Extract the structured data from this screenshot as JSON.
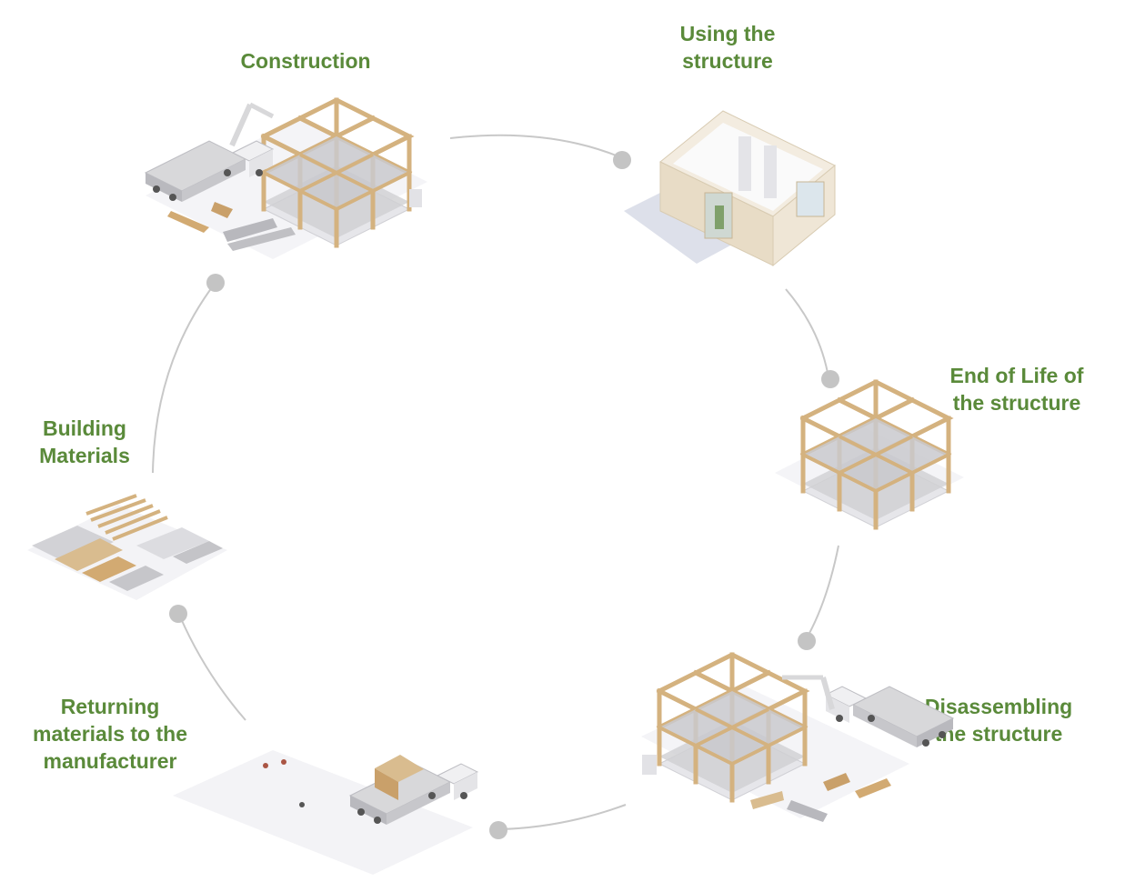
{
  "stages": {
    "construction": {
      "lines": [
        "Construction"
      ]
    },
    "using": {
      "lines": [
        "Using the",
        "structure"
      ]
    },
    "end_of_life": {
      "lines": [
        "End of Life of",
        "the structure"
      ]
    },
    "disassembling": {
      "lines": [
        "Disassembling",
        "the structure"
      ]
    },
    "returning": {
      "lines": [
        "Returning",
        "materials to the",
        "manufacturer"
      ]
    },
    "building_materials": {
      "lines": [
        "Building",
        "Materials"
      ]
    }
  },
  "colors": {
    "label": "#5a8a3a",
    "arc": "#c8c8c8",
    "node": "#c4c4c4",
    "timber": "#d9bc8f",
    "timber_dark": "#c9a06a",
    "slab": "#cfcfd2",
    "truck": "#d8d8da",
    "shadow": "#eeeef2"
  }
}
